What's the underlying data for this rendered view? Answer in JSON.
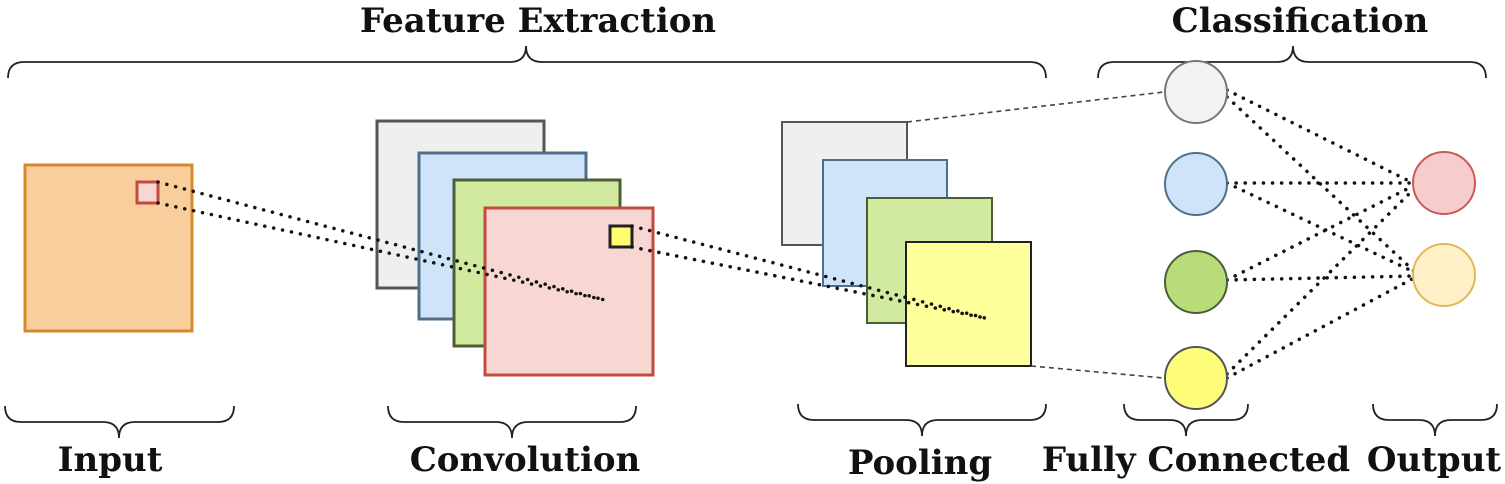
{
  "labels": {
    "feature_extraction": "Feature Extraction",
    "classification": "Classification",
    "input": "Input",
    "convolution": "Convolution",
    "pooling": "Pooling",
    "fully_connected": "Fully Connected",
    "output": "Output"
  },
  "colors": {
    "input_fill": "#f9cd9c",
    "input_stroke": "#d58a2b",
    "gray_fill": "#efefef",
    "gray_stroke": "#555555",
    "blue_fill": "#cfe4f9",
    "blue_stroke": "#4d6f8c",
    "green_fill": "#d2eaa0",
    "green_stroke": "#4d5e36",
    "pink_fill": "#f8d7d3",
    "pink_stroke": "#c24b3e",
    "yellow_fill": "#fefe9b",
    "yellow_stroke": "#222222",
    "output_pink_fill": "#f7cccc",
    "output_pink_stroke": "#c95a5a",
    "output_yellow_fill": "#fff0c8",
    "output_yellow_stroke": "#e0b85a",
    "neuron_gray_fill": "#f2f2f2",
    "neuron_gray_stroke": "#777777"
  }
}
